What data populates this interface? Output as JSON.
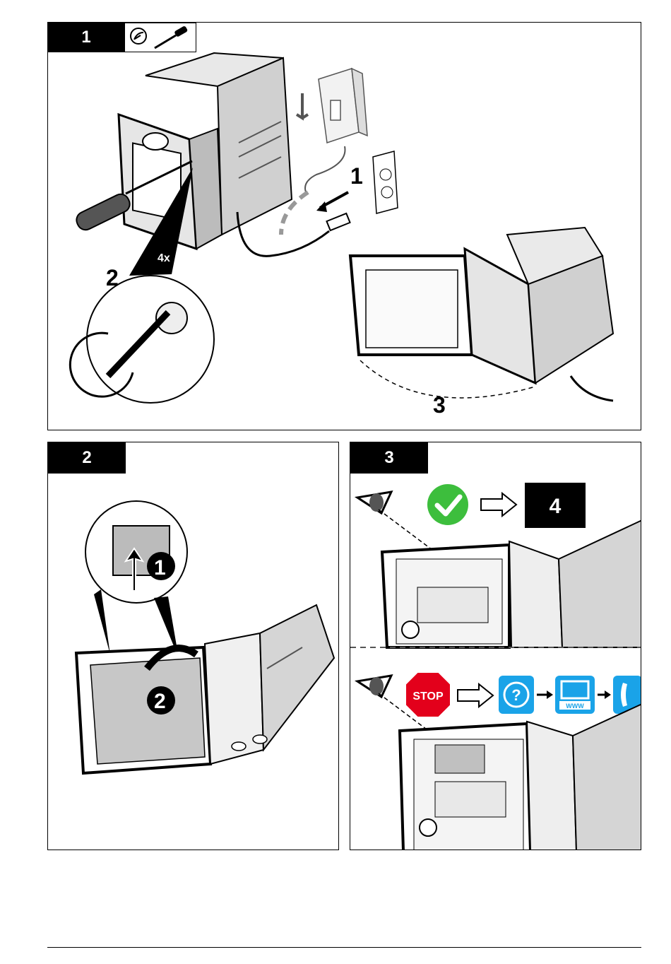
{
  "panel1": {
    "step": "1",
    "tool_icons": [
      "gloves-icon",
      "screwdriver-icon"
    ],
    "callouts": {
      "unplug": "1",
      "loosen": "2",
      "open": "3",
      "count": "4x"
    }
  },
  "panel2": {
    "step": "2",
    "callouts": {
      "lift": "1",
      "remove": "2"
    }
  },
  "panel3": {
    "step": "3",
    "goto_step": "4",
    "stop_label": "STOP",
    "www_label": "WWW",
    "icons": [
      "inspect-eye-icon",
      "ok-check-icon",
      "arrow-right-icon",
      "stop-sign-icon",
      "help-icon",
      "website-icon",
      "phone-icon"
    ],
    "colors": {
      "ok": "#3dbe3d",
      "stop": "#e3001b",
      "info": "#1aa3e8"
    }
  }
}
